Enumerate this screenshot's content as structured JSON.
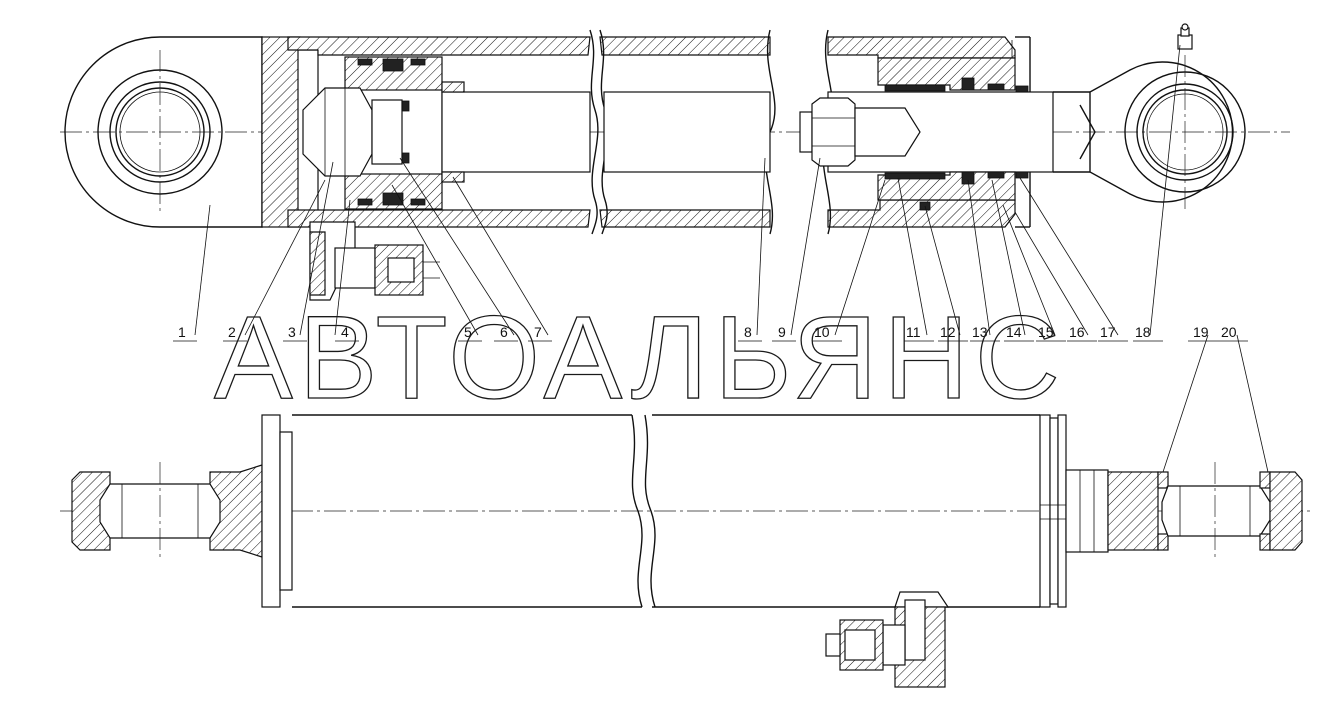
{
  "watermark": "АВТОАЛЬЯНС",
  "callouts": [
    "1",
    "2",
    "3",
    "4",
    "5",
    "6",
    "7",
    "8",
    "9",
    "10",
    "11",
    "12",
    "13",
    "14",
    "15",
    "16",
    "17",
    "18",
    "19",
    "20"
  ]
}
